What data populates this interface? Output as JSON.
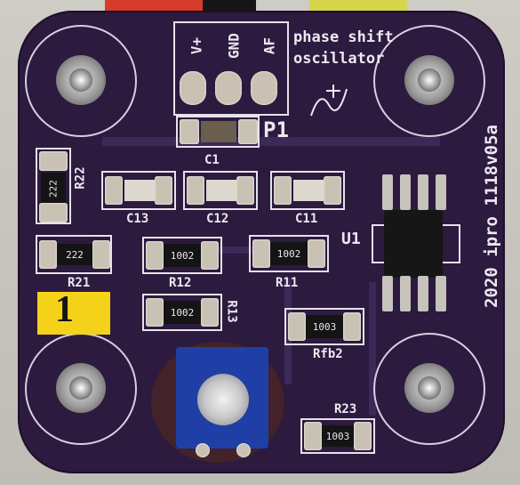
{
  "board": {
    "title_line1": "phase shift",
    "title_line2": "oscillator",
    "version": "2020 ipro 1118v05a",
    "connector_label": "P1",
    "pins": [
      "V+",
      "GND",
      "AF"
    ]
  },
  "components": {
    "capacitors": [
      "C1",
      "C13",
      "C12",
      "C11"
    ],
    "resistors": [
      {
        "ref": "R22",
        "marking": "222"
      },
      {
        "ref": "R21",
        "marking": "222"
      },
      {
        "ref": "R12",
        "marking": "1002"
      },
      {
        "ref": "R11",
        "marking": "1002"
      },
      {
        "ref": "R13",
        "marking": "1002"
      },
      {
        "ref": "Rfb2",
        "marking": "1003"
      },
      {
        "ref": "R23",
        "marking": "1003"
      }
    ],
    "ic": "U1",
    "yellow_mark_digit": "1"
  },
  "colors": {
    "board": "#2c1a3f",
    "silkscreen": "#ece8f0",
    "pad": "#c9c2b4",
    "trimmer": "#1f3fa6",
    "marker": "#f4d21a"
  }
}
